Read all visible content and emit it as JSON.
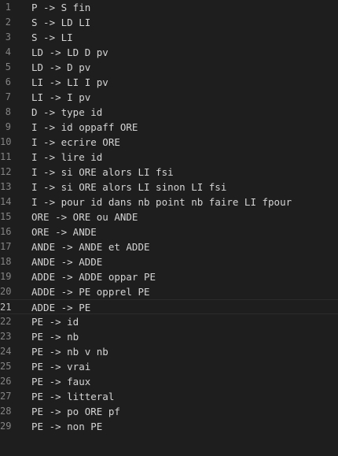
{
  "editor": {
    "current_line_index": 20,
    "lines": [
      {
        "number": "1",
        "text": "P -> S fin"
      },
      {
        "number": "2",
        "text": "S -> LD LI"
      },
      {
        "number": "3",
        "text": "S -> LI"
      },
      {
        "number": "4",
        "text": "LD -> LD D pv"
      },
      {
        "number": "5",
        "text": "LD -> D pv"
      },
      {
        "number": "6",
        "text": "LI -> LI I pv"
      },
      {
        "number": "7",
        "text": "LI -> I pv"
      },
      {
        "number": "8",
        "text": "D -> type id"
      },
      {
        "number": "9",
        "text": "I -> id oppaff ORE"
      },
      {
        "number": "10",
        "text": "I -> ecrire ORE"
      },
      {
        "number": "11",
        "text": "I -> lire id"
      },
      {
        "number": "12",
        "text": "I -> si ORE alors LI fsi"
      },
      {
        "number": "13",
        "text": "I -> si ORE alors LI sinon LI fsi"
      },
      {
        "number": "14",
        "text": "I -> pour id dans nb point nb faire LI fpour"
      },
      {
        "number": "15",
        "text": "ORE -> ORE ou ANDE"
      },
      {
        "number": "16",
        "text": "ORE -> ANDE"
      },
      {
        "number": "17",
        "text": "ANDE -> ANDE et ADDE"
      },
      {
        "number": "18",
        "text": "ANDE -> ADDE"
      },
      {
        "number": "19",
        "text": "ADDE -> ADDE oppar PE"
      },
      {
        "number": "20",
        "text": "ADDE -> PE opprel PE"
      },
      {
        "number": "21",
        "text": "ADDE -> PE"
      },
      {
        "number": "22",
        "text": "PE -> id"
      },
      {
        "number": "23",
        "text": "PE -> nb"
      },
      {
        "number": "24",
        "text": "PE -> nb v nb"
      },
      {
        "number": "25",
        "text": "PE -> vrai"
      },
      {
        "number": "26",
        "text": "PE -> faux"
      },
      {
        "number": "27",
        "text": "PE -> litteral"
      },
      {
        "number": "28",
        "text": "PE -> po ORE pf"
      },
      {
        "number": "29",
        "text": "PE -> non PE"
      }
    ]
  }
}
